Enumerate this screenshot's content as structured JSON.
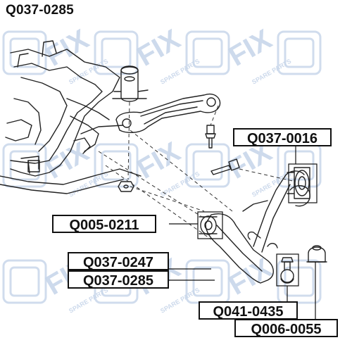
{
  "title": "Q037-0285",
  "watermark": {
    "brand_text": "Q-FIX",
    "sub_text": "SPARE PARTS",
    "color": "#c8d6ea"
  },
  "labels": {
    "q037_0016": "Q037-0016",
    "q005_0211": "Q005-0211",
    "q037_0247": "Q037-0247",
    "q037_0285": "Q037-0285",
    "q041_0435": "Q041-0435",
    "q006_0055": "Q006-0055"
  },
  "colors": {
    "line": "#222222",
    "frame": "#111111",
    "background": "#ffffff"
  }
}
